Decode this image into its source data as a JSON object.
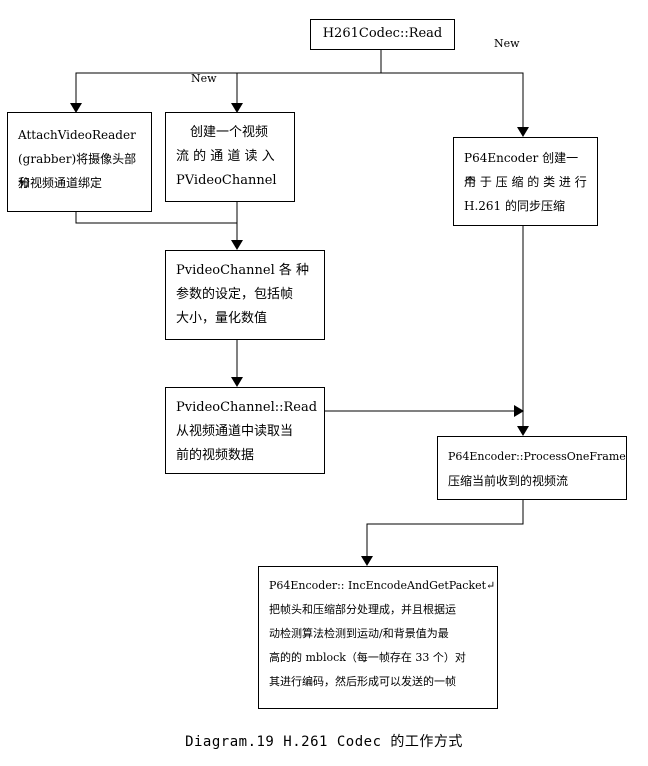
{
  "diagram": {
    "nodes": {
      "read": {
        "lines": [
          "H261Codec::Read"
        ]
      },
      "attach": {
        "lines": [
          "AttachVideoReader",
          "(grabber)将摄像头部分",
          "和视频通道绑定"
        ]
      },
      "create_channel": {
        "lines": [
          "创建一个视频",
          "流 的 通 道 读 入",
          "PVideoChannel"
        ]
      },
      "encoder": {
        "lines": [
          "P64Encoder 创建一个",
          "用 于 压 缩 的 类 进 行",
          "H.261 的同步压缩"
        ]
      },
      "settings": {
        "lines": [
          "PvideoChannel 各 种",
          "参数的设定，包括帧",
          "大小，量化数值"
        ]
      },
      "channel_read": {
        "lines": [
          "PvideoChannel::Read",
          "从视频通道中读取当",
          "前的视频数据"
        ]
      },
      "process": {
        "lines": [
          "P64Encoder::ProcessOneFrame",
          "压缩当前收到的视频流"
        ]
      },
      "encode": {
        "lines": [
          "P64Encoder:: IncEncodeAndGetPacket↵",
          "把帧头和压缩部分处理成，并且根据运",
          "动检测算法检测到运动/和背景值为最",
          "高的的 mblock（每一帧存在 33 个）对",
          "其进行编码，然后形成可以发送的一帧"
        ]
      }
    },
    "edge_labels": {
      "new_left": "New",
      "new_right": "New"
    },
    "caption": "Diagram.19 H.261 Codec 的工作方式"
  }
}
